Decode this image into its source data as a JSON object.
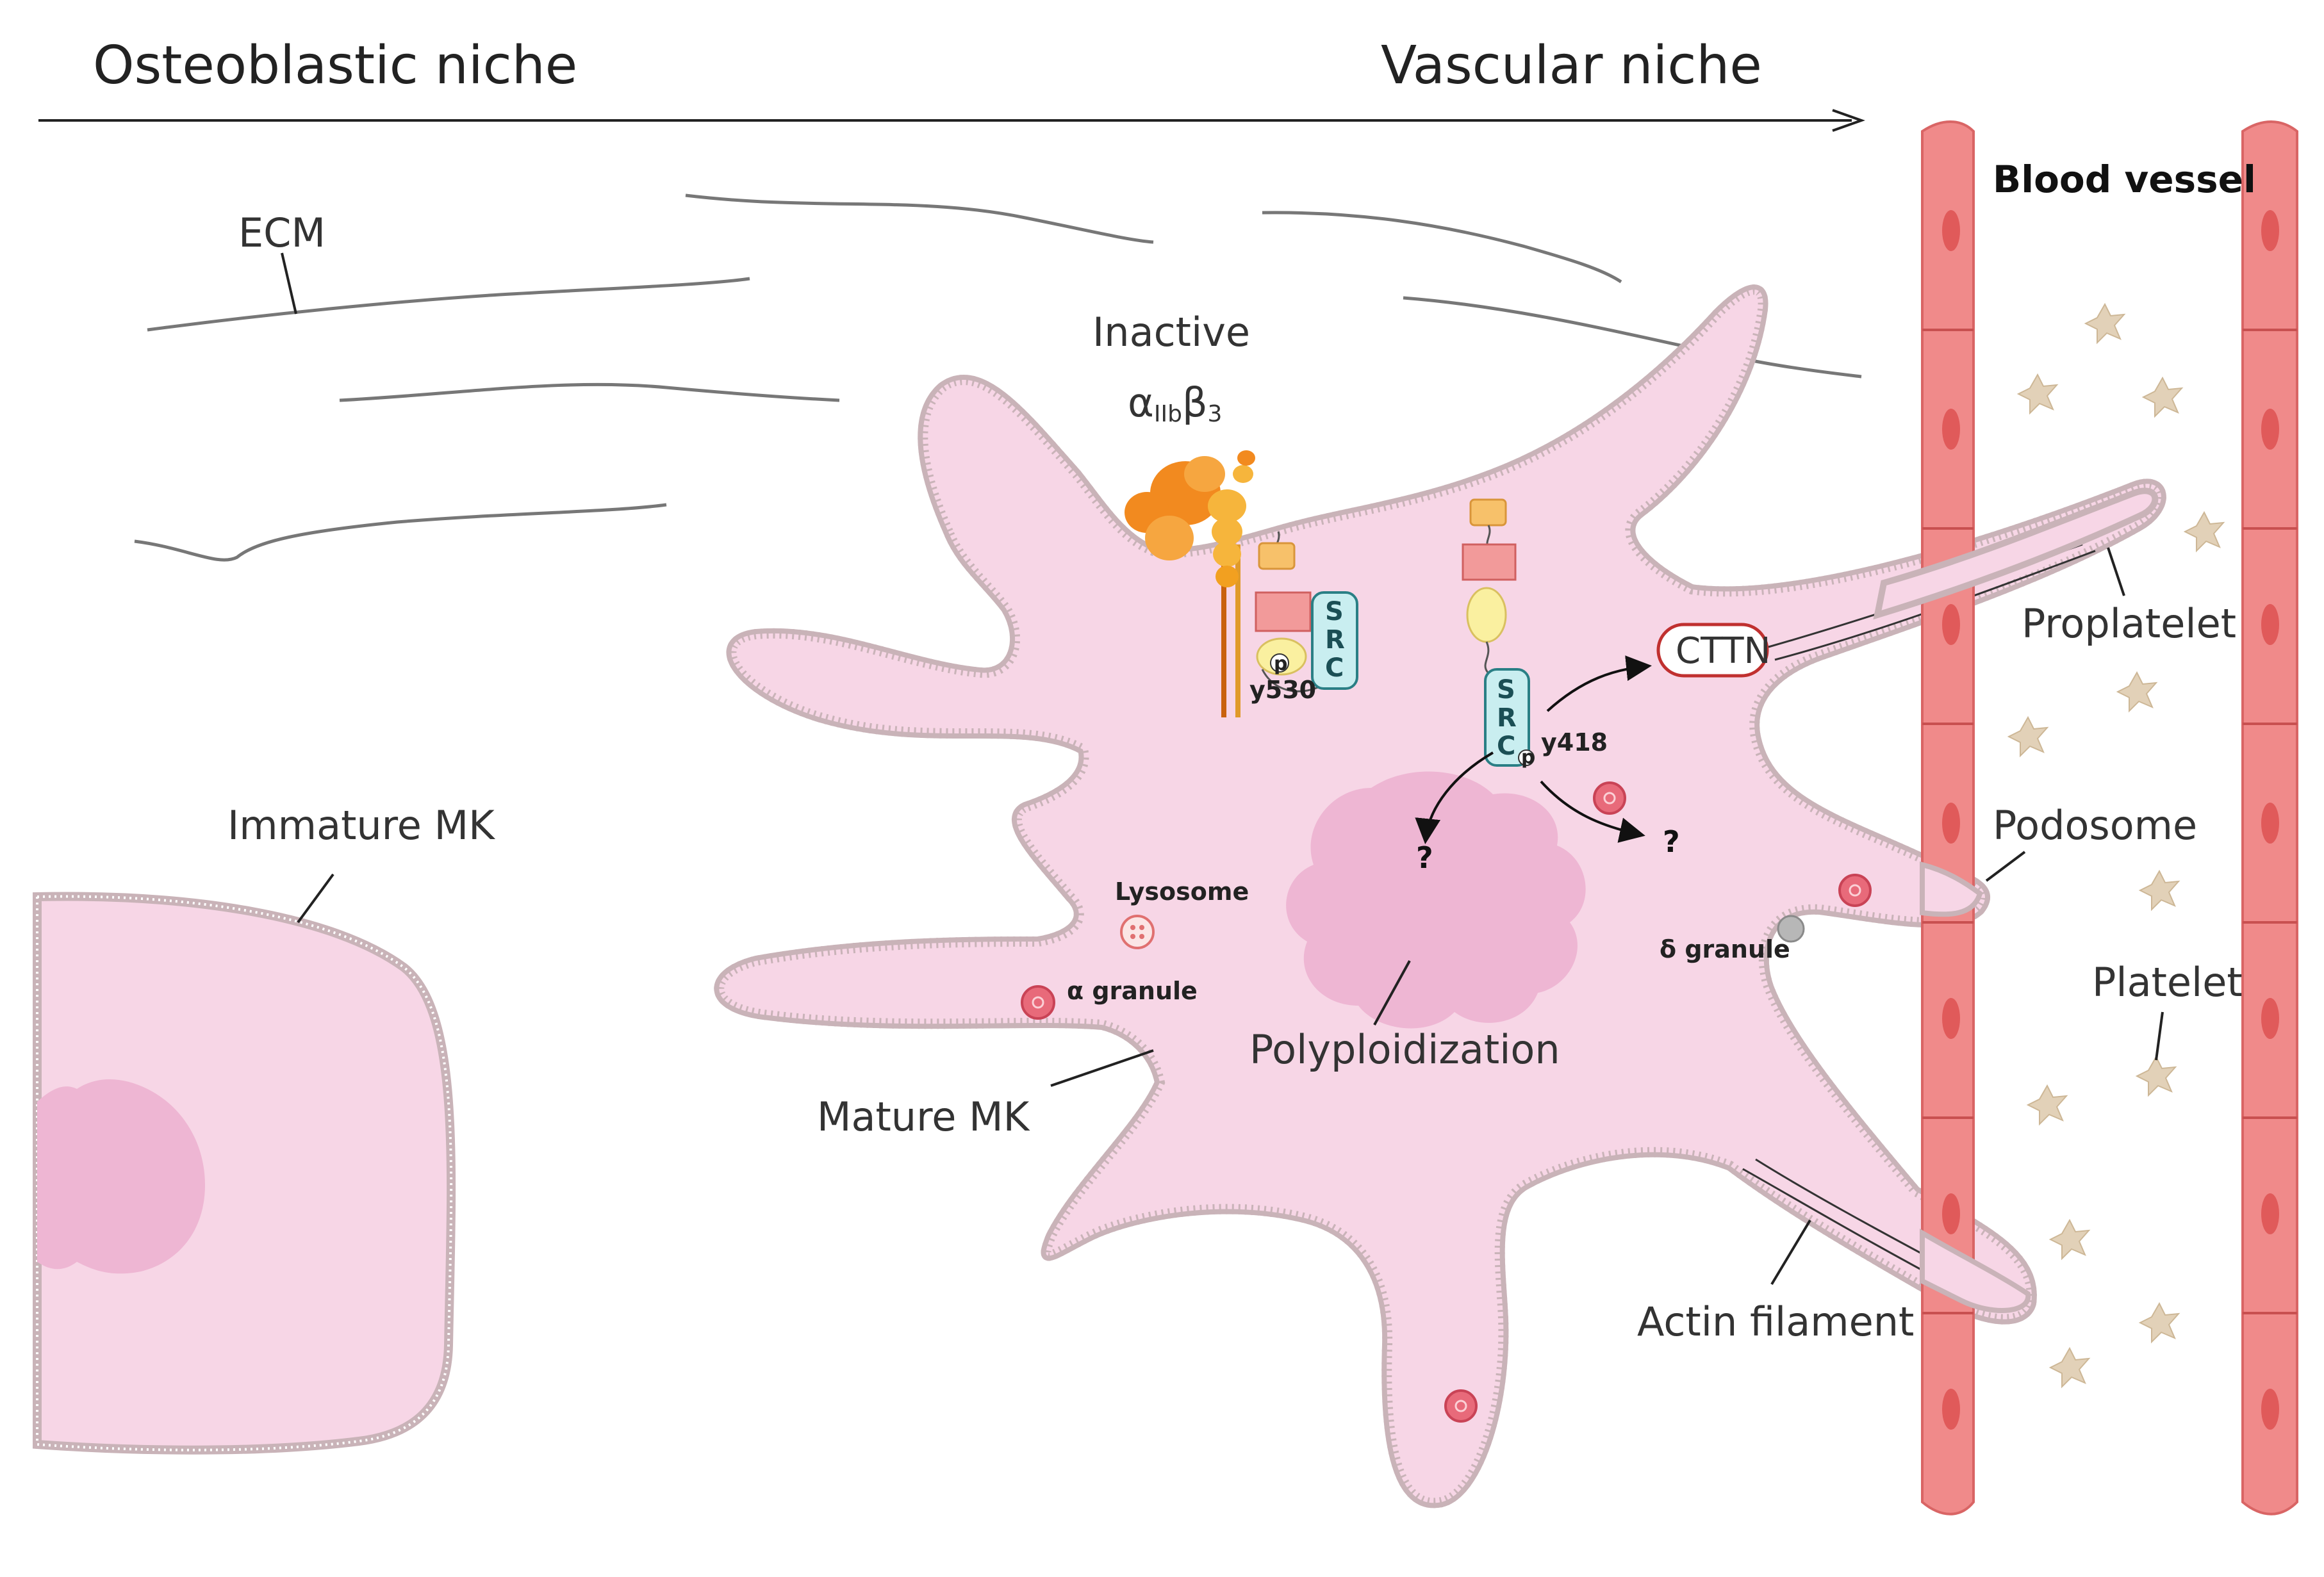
{
  "axis": {
    "left_label": "Osteoblastic niche",
    "right_label": "Vascular niche"
  },
  "labels": {
    "ecm": "ECM",
    "inactive": "Inactive",
    "integrin": "αIIbβ3",
    "integrin_alpha": "α",
    "integrin_alpha_sub": "IIb",
    "integrin_beta": "β",
    "integrin_beta_sub": "3",
    "immature_mk": "Immature MK",
    "mature_mk": "Mature MK",
    "lysosome": "Lysosome",
    "alpha_granule": "α granule",
    "delta_granule": "δ granule",
    "polyploidization": "Polyploidization",
    "cttn": "CTTN",
    "src_s": "S",
    "src_r": "R",
    "src_c": "C",
    "y530": "y530",
    "y418": "y418",
    "phospho": "p",
    "question": "?",
    "blood_vessel": "Blood vessel",
    "proplatelet": "Proplatelet",
    "podosome": "Podosome",
    "platelet": "Platelet",
    "actin_filament": "Actin filament"
  },
  "colors": {
    "cell_fill": "#f7d6e6",
    "cell_border": "#c9b3b8",
    "nucleus": "#eeb6d3",
    "vessel_cell": "#f08a8a",
    "vessel_nucleus": "#e05a5a",
    "platelet": "#e2d1b8",
    "integrin_orange": "#f28a1f",
    "src_teal": "#c9eef0",
    "granule_red": "#e86a7a"
  }
}
